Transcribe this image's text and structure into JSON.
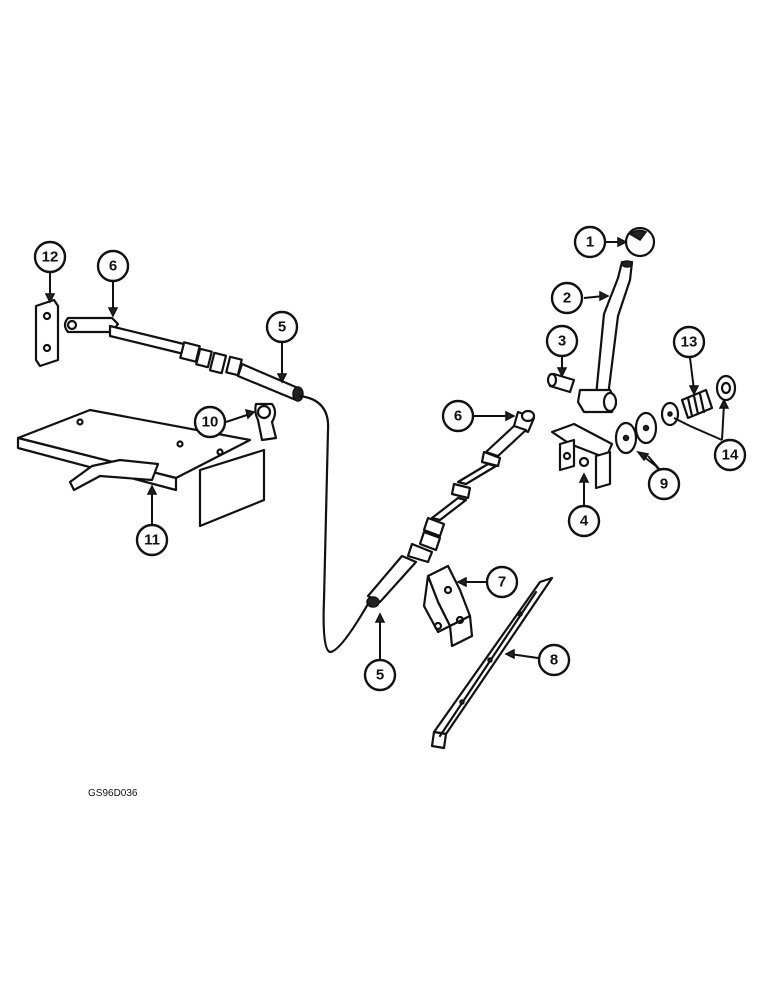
{
  "callouts": [
    {
      "id": "c1",
      "label": "1"
    },
    {
      "id": "c2",
      "label": "2"
    },
    {
      "id": "c3",
      "label": "3"
    },
    {
      "id": "c4",
      "label": "4"
    },
    {
      "id": "c5a",
      "label": "5"
    },
    {
      "id": "c5b",
      "label": "5"
    },
    {
      "id": "c6a",
      "label": "6"
    },
    {
      "id": "c6b",
      "label": "6"
    },
    {
      "id": "c7",
      "label": "7"
    },
    {
      "id": "c8",
      "label": "8"
    },
    {
      "id": "c9",
      "label": "9"
    },
    {
      "id": "c10",
      "label": "10"
    },
    {
      "id": "c11",
      "label": "11"
    },
    {
      "id": "c12",
      "label": "12"
    },
    {
      "id": "c13",
      "label": "13"
    },
    {
      "id": "c14",
      "label": "14"
    }
  ],
  "figure_code": "GS96D036"
}
